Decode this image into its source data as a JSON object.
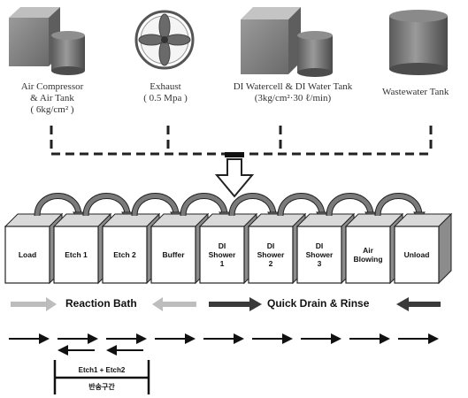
{
  "equipment": [
    {
      "label_lines": [
        "Air Compressor",
        "& Air Tank",
        "( 6kg/cm² )"
      ]
    },
    {
      "label_lines": [
        "Exhaust",
        "( 0.5 Mpa )"
      ]
    },
    {
      "label_lines": [
        "DI Watercell  & DI Water Tank",
        "(3kg/cm²·30 ℓ/min)"
      ]
    },
    {
      "label_lines": [
        "Wastewater Tank"
      ]
    }
  ],
  "stations": [
    {
      "label_lines": [
        "Load"
      ]
    },
    {
      "label_lines": [
        "Etch 1"
      ]
    },
    {
      "label_lines": [
        "Etch 2"
      ]
    },
    {
      "label_lines": [
        "Buffer"
      ]
    },
    {
      "label_lines": [
        "DI",
        "Shower",
        "1"
      ]
    },
    {
      "label_lines": [
        "DI",
        "Shower",
        "2"
      ]
    },
    {
      "label_lines": [
        "DI",
        "Shower",
        "3"
      ]
    },
    {
      "label_lines": [
        "Air",
        "Blowing"
      ]
    },
    {
      "label_lines": [
        "Unload"
      ]
    }
  ],
  "sections": {
    "reaction_bath": "Reaction Bath",
    "quick_drain": "Quick Drain & Rinse"
  },
  "transfer": {
    "label_top": "Etch1 + Etch2",
    "label_bottom": "반송구간"
  },
  "colors": {
    "box_face": "#ffffff",
    "box_top": "#d9d9d9",
    "box_side": "#8c8c8c",
    "tank_dark": "#6b6b6b",
    "arrow_light": "#bdbdbd",
    "arrow_dark": "#3a3a3a"
  }
}
